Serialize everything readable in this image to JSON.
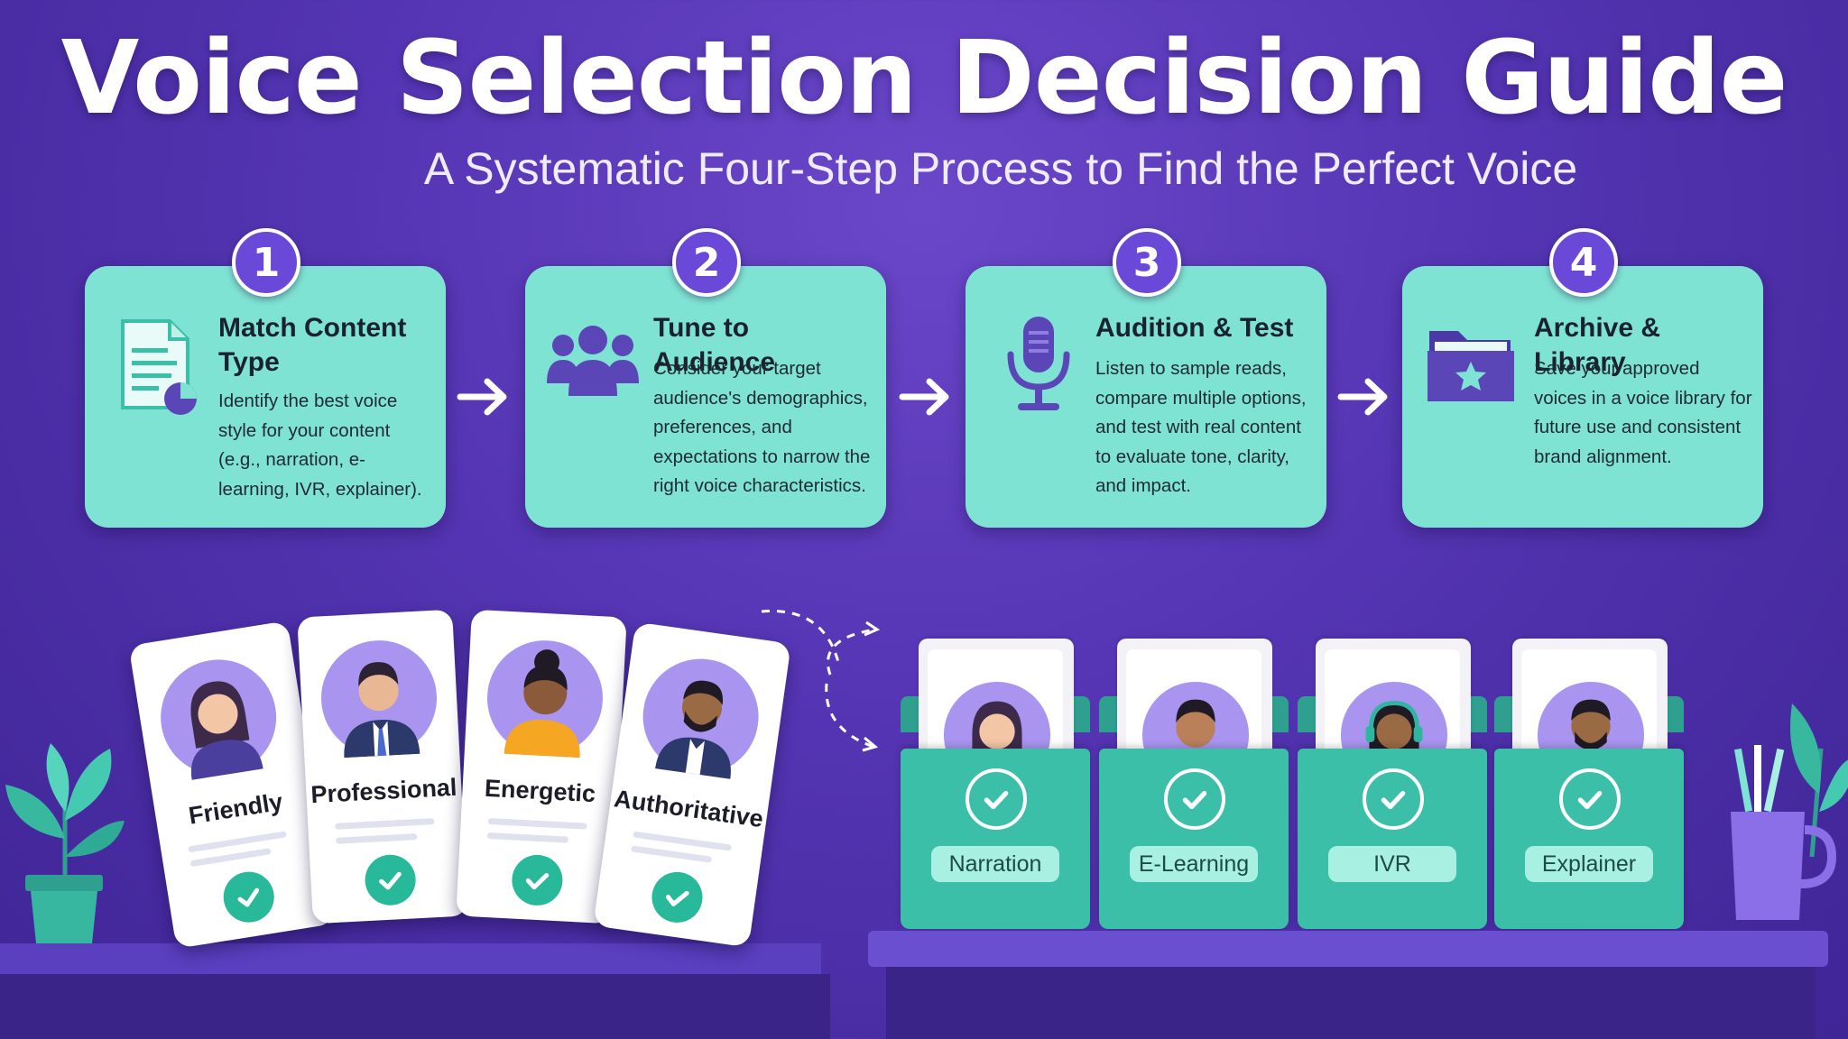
{
  "header": {
    "title": "Voice Selection Decision Guide",
    "subtitle": "A Systematic Four-Step Process to Find the Perfect Voice"
  },
  "steps": [
    {
      "number": "1",
      "title": "Match Content Type",
      "description": "Identify the best voice style for your content (e.g., narration, e-learning, IVR, explainer).",
      "icon": "document-icon"
    },
    {
      "number": "2",
      "title": "Tune to Audience",
      "description": "Consider your target audience's demographics, preferences, and expectations to narrow the right voice characteristics.",
      "icon": "audience-icon"
    },
    {
      "number": "3",
      "title": "Audition & Test",
      "description": "Listen to sample reads, compare multiple options, and test with real content to evaluate tone, clarity, and impact.",
      "icon": "microphone-icon"
    },
    {
      "number": "4",
      "title": "Archive & Library",
      "description": "Save your approved voices in a voice library for future use and consistent brand alignment.",
      "icon": "folder-star-icon"
    }
  ],
  "voice_cards": [
    {
      "label": "Friendly"
    },
    {
      "label": "Professional"
    },
    {
      "label": "Energetic"
    },
    {
      "label": "Authoritative"
    }
  ],
  "library_folders": [
    {
      "label": "Narration"
    },
    {
      "label": "E-Learning"
    },
    {
      "label": "IVR"
    },
    {
      "label": "Explainer"
    }
  ],
  "colors": {
    "background": "#5434b2",
    "card": "#7fe3d3",
    "step_badge": "#6a48d8",
    "folder": "#3bbfa8",
    "check": "#28b89a"
  }
}
